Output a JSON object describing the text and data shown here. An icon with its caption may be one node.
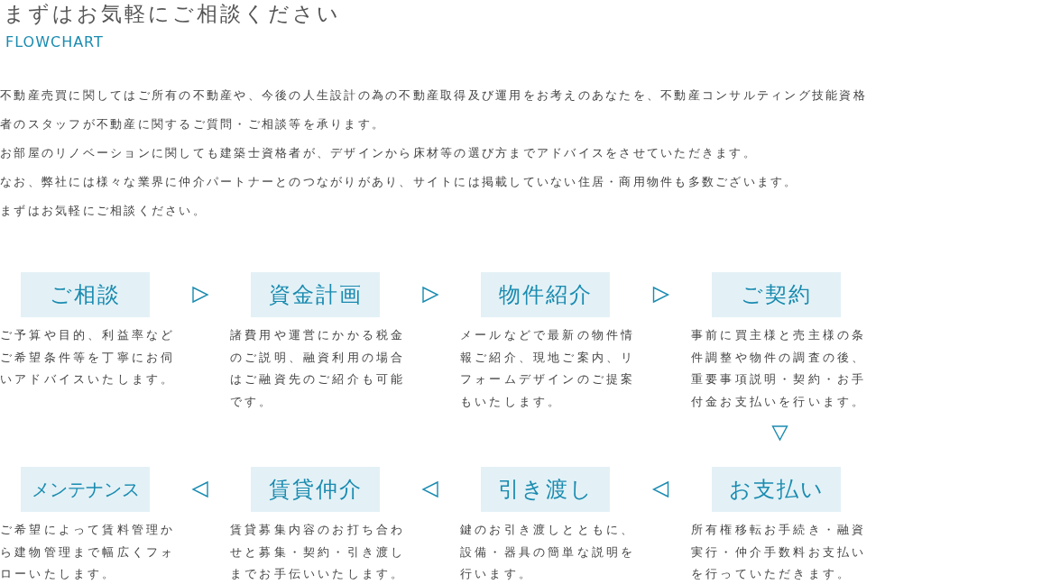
{
  "diagram": {
    "title": "まずはお気軽にご相談ください",
    "nodes": [
      {
        "text": [
          "ご相談"
        ],
        "beside": [
          "ご予算や目的、利益率などご希望条件等を丁寧にお伺いアドバイスいたします。"
        ]
      },
      {
        "text": [
          "資金計画"
        ],
        "beside": [
          "諸費用や運営にかかる税金のご説明、融資利用の場合はご融資先のご紹介も可能です。"
        ]
      },
      {
        "text": [
          "物件紹介"
        ],
        "beside": [
          "メールなどで最新の物件情報ご紹介、現地ご案内、リフォームデザインのご提案もいたします。"
        ]
      },
      {
        "text": [
          "ご契約"
        ],
        "beside": [
          "事前に買主様と売主様の条件調整や物件の調査の後、重要事項説明・契約・お手付金お支払いを行います。"
        ]
      },
      {
        "text": [
          "お支払い"
        ],
        "beside": [
          "所有権移転お手続き・融資実行・仲介手数料お支払いを行っていただきます。"
        ]
      },
      {
        "text": [
          "引き渡し"
        ],
        "beside": [
          "鍵のお引き渡しとともに、設備・器具の簡単な説明を行います。"
        ]
      },
      {
        "text": [
          "賃貸仲介"
        ],
        "beside": [
          "賃貸募集内容のお打ち合わせと募集・契約・引き渡しまでお手伝いいたします。"
        ]
      },
      {
        "text": [
          "メンテナンス"
        ],
        "beside": [
          "ご希望によって賃料管理から建物管理まで幅広くフォローいたします。"
        ]
      }
    ],
    "edges": [
      {
        "from": 0,
        "to": 1,
        "arrow": "to"
      },
      {
        "from": 1,
        "to": 2,
        "arrow": "to"
      },
      {
        "from": 2,
        "to": 3,
        "arrow": "to"
      },
      {
        "from": 3,
        "to": 4,
        "arrow": "to"
      },
      {
        "from": 4,
        "to": 5,
        "arrow": "to"
      },
      {
        "from": 5,
        "to": 6,
        "arrow": "to"
      },
      {
        "from": 6,
        "to": 7,
        "arrow": "to"
      }
    ],
    "labels": [
      "FLOWCHART",
      "不動産売買に関してはご所有の不動産や、今後の人生設計の為の不動産取得及び運用をお考えのあなたを、不動産コンサルティング技能資格者のスタッフが不動産に関するご質問・ご相談等を承ります。",
      "お部屋のリノベーションに関しても建築士資格者が、デザインから床材等の選び方までアドバイスをさせていただきます。",
      "なお、弊社には様々な業界に仲介パートナーとのつながりがあり、サイトには掲載していない住居・商用物件も多数ございます。",
      "まずはお気軽にご相談ください。"
    ]
  }
}
